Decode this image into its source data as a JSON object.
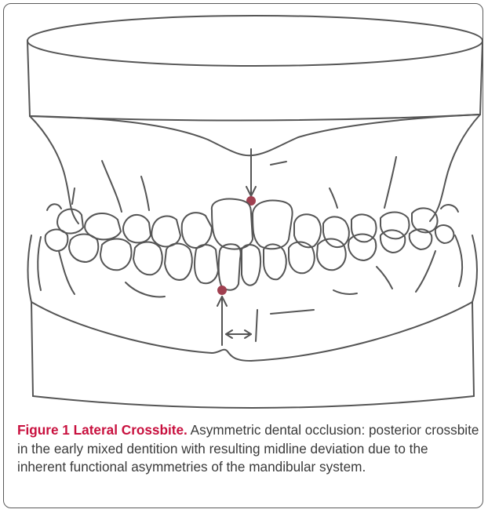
{
  "figure": {
    "label": "Figure 1",
    "title": "Lateral Crossbite.",
    "caption": "Asymmetric dental occlusion: posterior crossbite in the early mixed dentition with resulting midline deviation due to the inherent functional asymmetries of the mandibular system.",
    "line_color": "#555555",
    "accent_color": "#c8103e"
  }
}
